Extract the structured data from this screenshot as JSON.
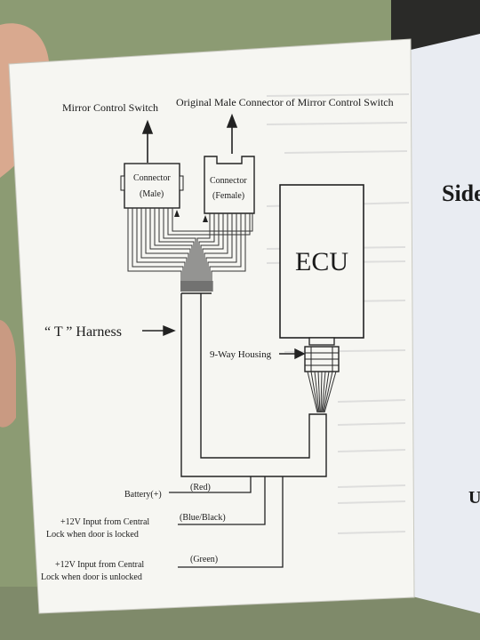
{
  "diagram": {
    "labels": {
      "mirror_switch": "Mirror Control Switch",
      "original_connector": "Original Male Connector of Mirror Control Switch",
      "connector_male_1": "Connector",
      "connector_male_2": "(Male)",
      "connector_female_1": "Connector",
      "connector_female_2": "(Female)",
      "ecu": "ECU",
      "t_harness": "“ T ” Harness",
      "housing": "9-Way Housing",
      "battery": "Battery(+)",
      "red": "(Red)",
      "locked_1": "+12V Input from Central",
      "locked_2": "Lock when door is locked",
      "blue_black": "(Blue/Black)",
      "unlocked_1": "+12V Input from Central",
      "unlocked_2": "Lock when door is unlocked",
      "green": "(Green)"
    }
  },
  "right_panel": {
    "heading_fragment": "Side",
    "footer_fragment": "U"
  }
}
